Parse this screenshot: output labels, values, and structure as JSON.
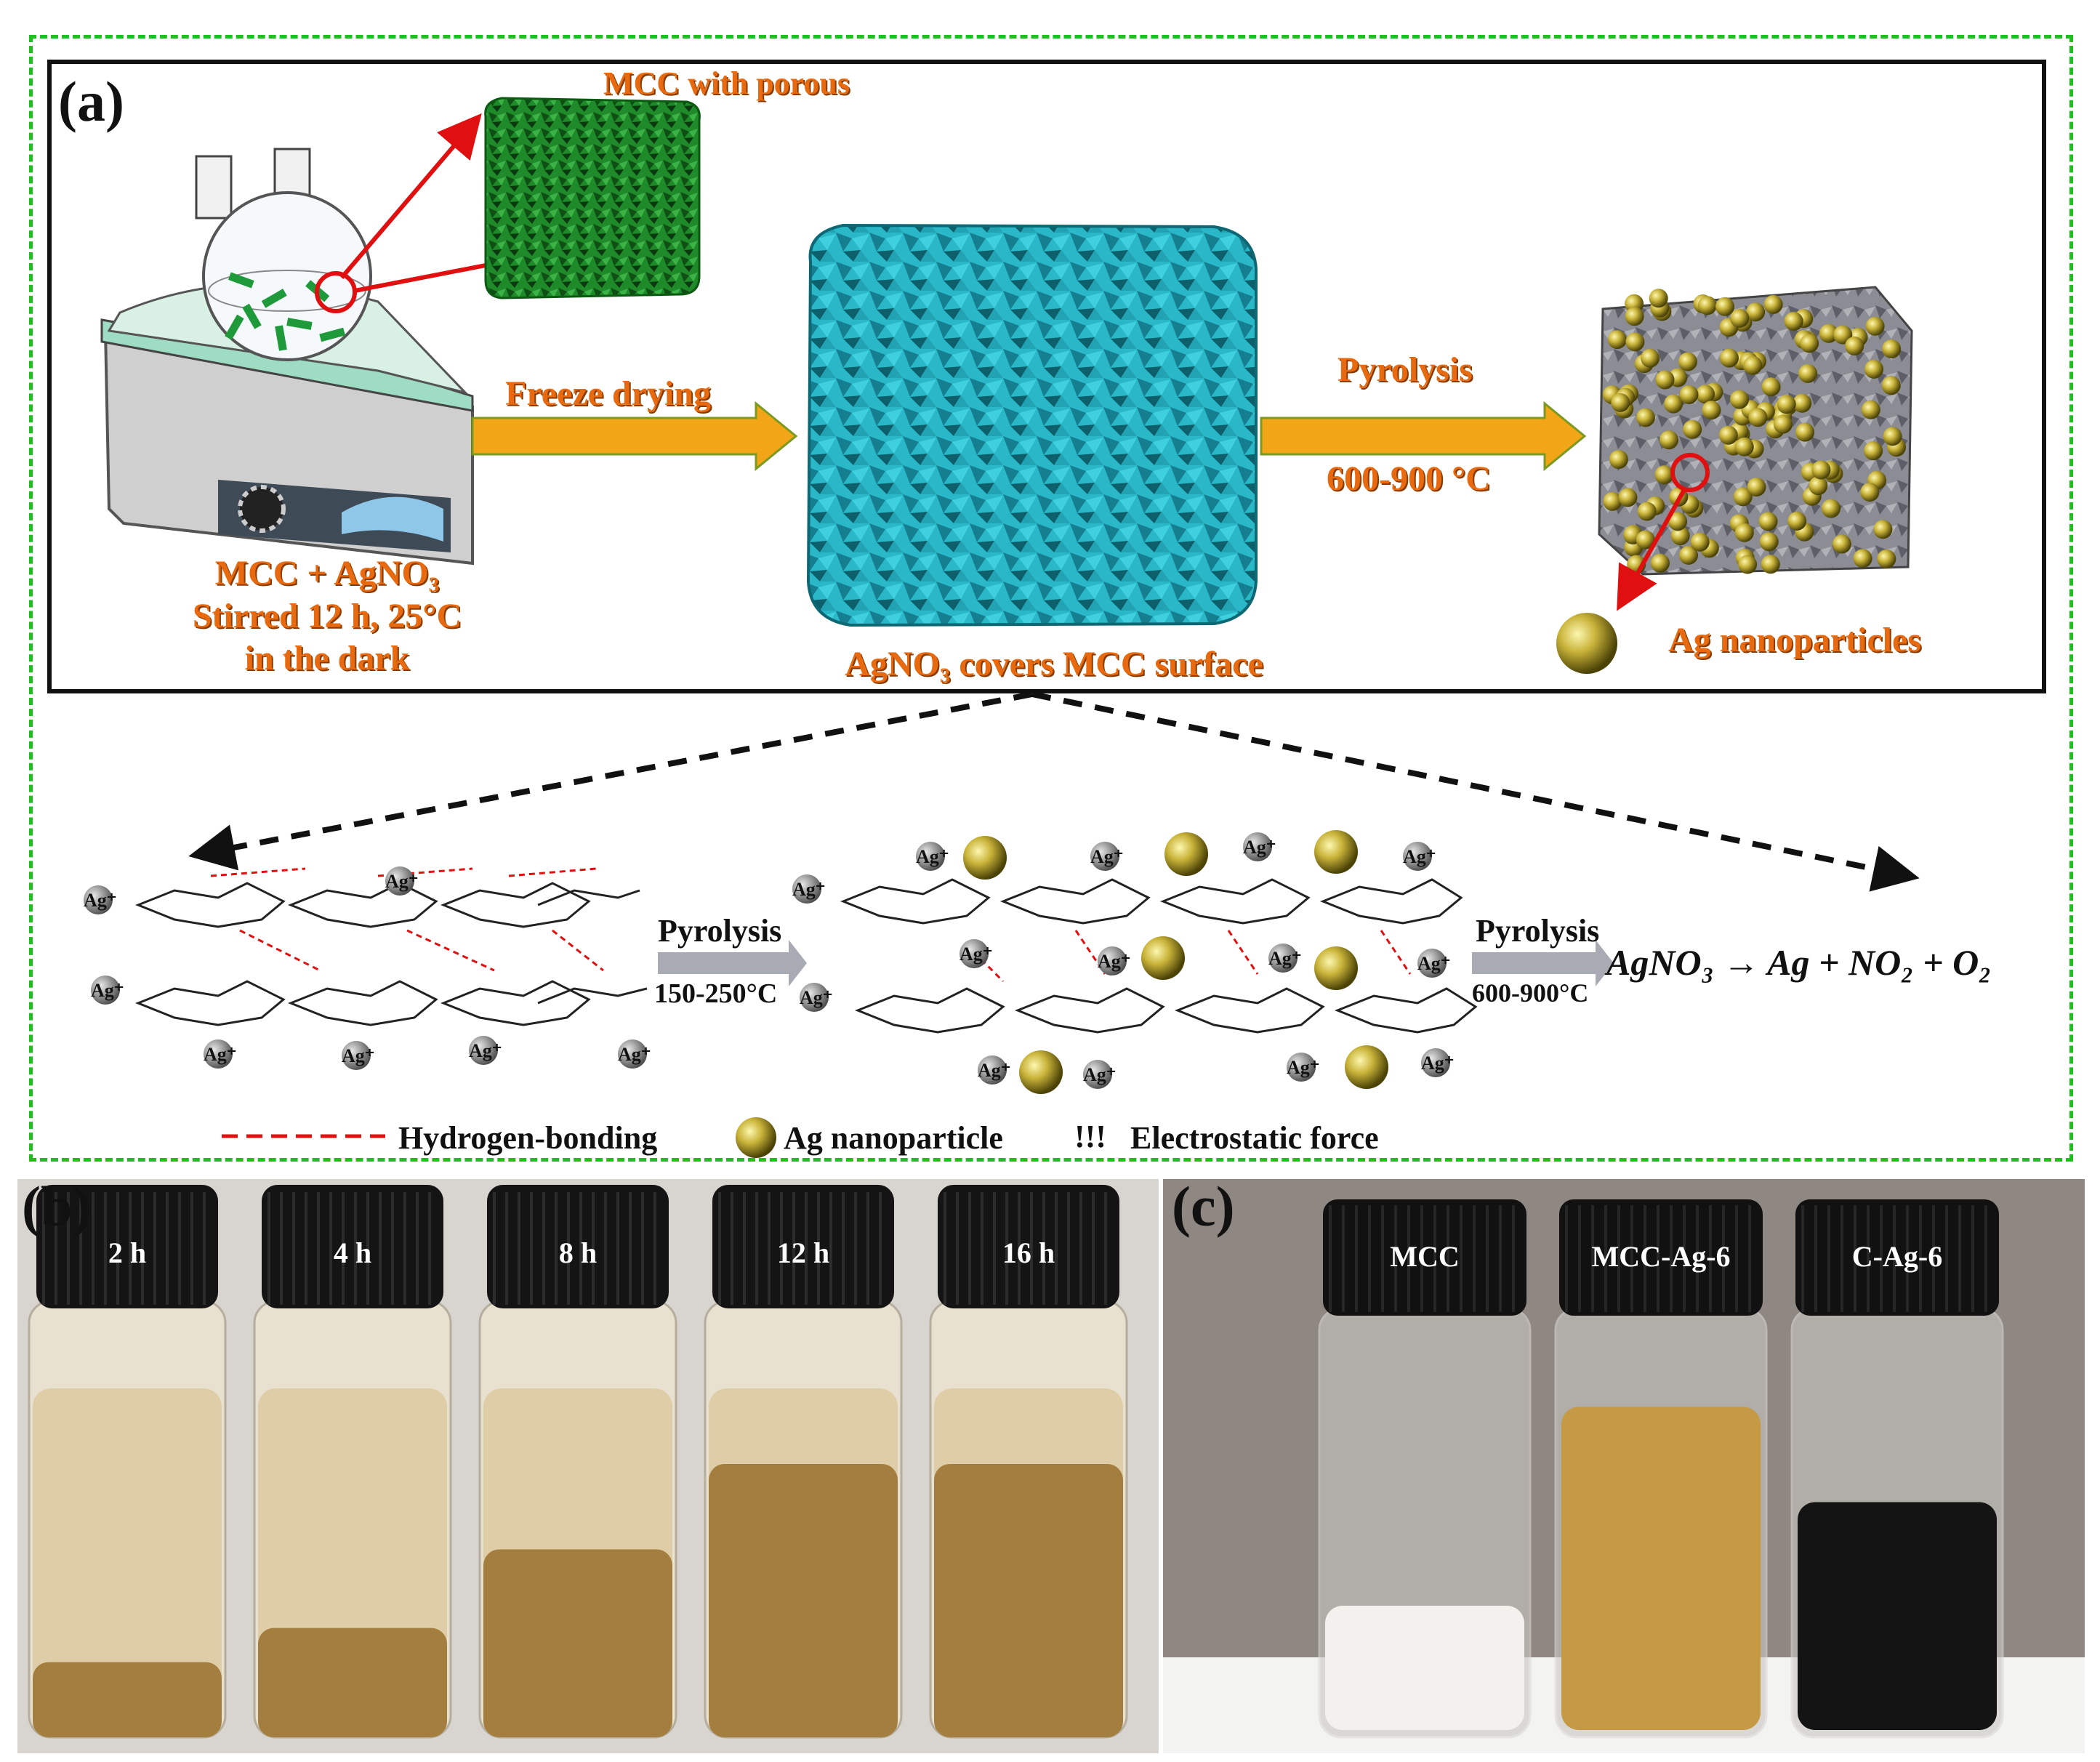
{
  "panel_a": {
    "label": "(a)",
    "mcc_porous_label": "MCC with porous",
    "reaction_label_line1": "MCC + AgNO₃",
    "reaction_label_line2": "Stirred 12 h, 25°C",
    "reaction_label_line3": "in the dark",
    "freeze_drying_label": "Freeze drying",
    "agno3_cover_label": "AgNO₃ covers MCC surface",
    "pyrolysis_label": "Pyrolysis",
    "pyrolysis_temp": "600-900 °C",
    "ag_np_label": "Ag nanoparticles",
    "mechanism": {
      "pyrolysis1_label": "Pyrolysis",
      "pyrolysis1_temp": "150-250°C",
      "pyrolysis2_label": "Pyrolysis",
      "pyrolysis2_temp": "600-900°C",
      "equation": "AgNO₃ → Ag + NO₂ + O₂",
      "ion_label": "Ag⁺"
    },
    "legend": {
      "hbond": "Hydrogen-bonding",
      "agnp": "Ag nanoparticle",
      "electrostatic_symbol": "!!!",
      "electrostatic": "Electrostatic  force"
    }
  },
  "panel_b": {
    "label": "(b)",
    "vials": [
      {
        "label": "2 h",
        "sediment_fraction": 0.22
      },
      {
        "label": "4 h",
        "sediment_fraction": 0.32
      },
      {
        "label": "8 h",
        "sediment_fraction": 0.55
      },
      {
        "label": "12 h",
        "sediment_fraction": 0.8
      },
      {
        "label": "16 h",
        "sediment_fraction": 0.8
      }
    ]
  },
  "panel_c": {
    "label": "(c)",
    "vials": [
      {
        "label": "MCC",
        "powder_color": "#f2f1ee"
      },
      {
        "label": "MCC-Ag-6",
        "powder_color": "#c49a44"
      },
      {
        "label": "C-Ag-6",
        "powder_color": "#141414"
      }
    ]
  },
  "colors": {
    "green_frame": "#1fbf1f",
    "orange_text": "#e86a10",
    "arrow_fill": "#f2a516",
    "red": "#e01010",
    "cyan_cube": "#1fb6c8",
    "green_cube": "#1f8a2a",
    "gold": "#a8921c"
  }
}
